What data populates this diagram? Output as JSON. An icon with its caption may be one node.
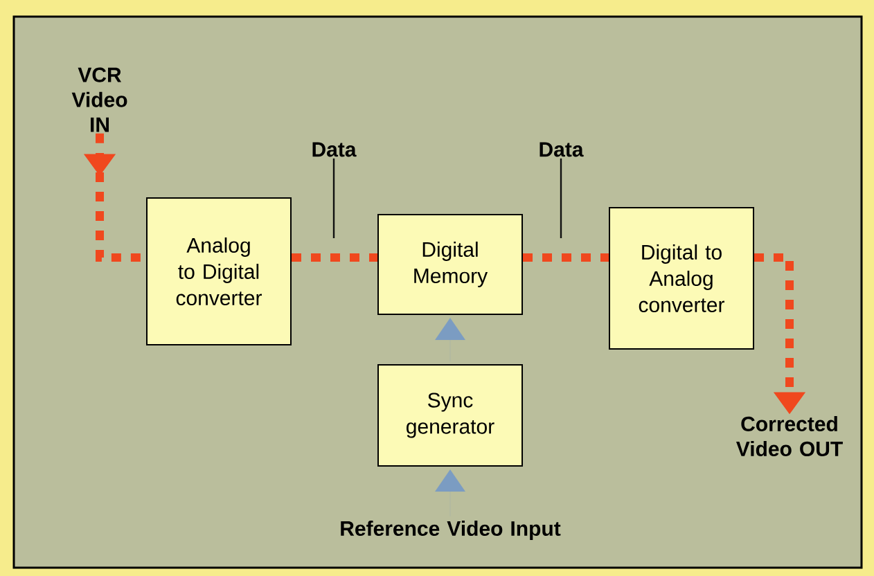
{
  "diagram": {
    "nodes": [
      {
        "text": [
          "VCR Video IN"
        ]
      },
      {
        "text": [
          "Analog to Digital converter"
        ]
      },
      {
        "text": [
          "Digital Memory"
        ]
      },
      {
        "text": [
          "Digital to Analog converter"
        ]
      },
      {
        "text": [
          "Corrected Video OUT"
        ]
      },
      {
        "text": [
          "Sync generator"
        ]
      },
      {
        "text": [
          "Reference Video Input"
        ]
      },
      {
        "text": [
          "Data"
        ]
      },
      {
        "text": [
          "Data"
        ]
      }
    ],
    "edges": [
      {
        "from": 0,
        "to": 1,
        "arrow": "to",
        "style": "dashed"
      },
      {
        "from": 1,
        "to": 2,
        "arrow": "none",
        "style": "dashed"
      },
      {
        "from": 2,
        "to": 3,
        "arrow": "none",
        "style": "dashed"
      },
      {
        "from": 3,
        "to": 4,
        "arrow": "to",
        "style": "dashed"
      },
      {
        "from": 6,
        "to": 5,
        "arrow": "to",
        "color": "#7b9cc2"
      },
      {
        "from": 5,
        "to": 2,
        "arrow": "to",
        "color": "#7b9cc2"
      },
      {
        "from": 7,
        "to": null,
        "arrow": "none",
        "color": "#111111"
      },
      {
        "from": 8,
        "to": null,
        "arrow": "none",
        "color": "#111111"
      }
    ]
  }
}
